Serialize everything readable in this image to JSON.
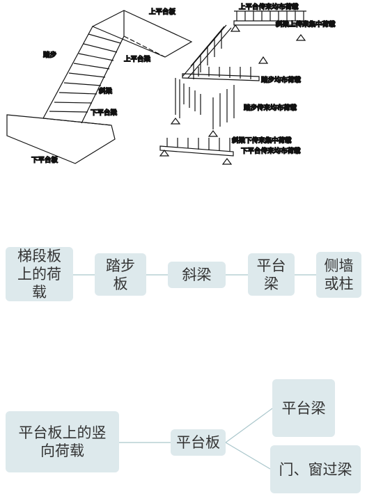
{
  "drawing": {
    "labels": {
      "upper_slab": "上平台板",
      "upper_beam": "上平台梁",
      "steps": "踏步",
      "stringer": "斜梁",
      "lower_beam": "下平台梁",
      "lower_slab": "下平台板"
    },
    "load_labels": {
      "upper_distributed": "上平台传来均布荷载",
      "stringer_concentrated_upper": "斜梁上传来集中荷载",
      "step_distributed": "踏步均布荷载",
      "step_transferred": "踏步传来均布荷载",
      "stringer_concentrated_lower": "斜梁下传来集中荷载",
      "lower_distributed": "下平台传来均布荷载"
    }
  },
  "flow1": {
    "n1": {
      "l1": "梯段板",
      "l2": "上的荷",
      "l3": "载"
    },
    "n2": {
      "l1": "踏步",
      "l2": "板"
    },
    "n3": {
      "l1": "斜梁"
    },
    "n4": {
      "l1": "平台",
      "l2": "梁"
    },
    "n5": {
      "l1": "侧墙",
      "l2": "或柱"
    }
  },
  "flow2": {
    "n1": {
      "l1": "平台板上的竖",
      "l2": "向荷载"
    },
    "n2": {
      "l1": "平台板"
    },
    "n3": {
      "l1": "平台梁"
    },
    "n4": {
      "l1": "门、窗过梁"
    }
  },
  "colors": {
    "box_fill": "#dde9ec",
    "connector": "#a9c6cb",
    "text": "#333333",
    "drawing_line": "#111111"
  }
}
